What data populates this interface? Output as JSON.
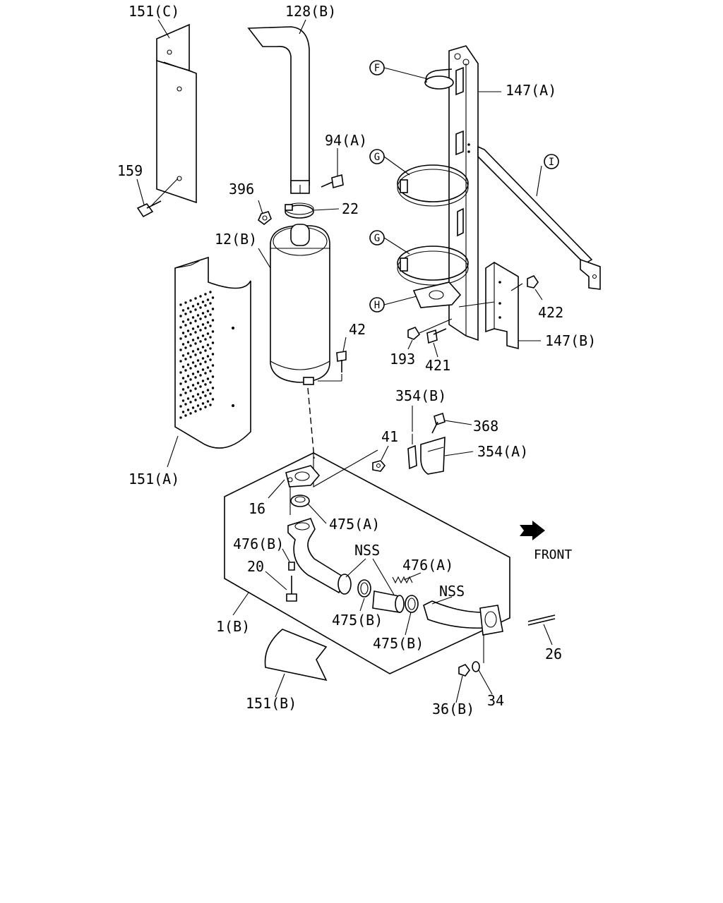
{
  "labels": {
    "l151c": "151(C)",
    "l128b": "128(B)",
    "l147a": "147(A)",
    "l94a": "94(A)",
    "l159": "159",
    "l396": "396",
    "l22": "22",
    "l12b": "12(B)",
    "l422": "422",
    "l42": "42",
    "l147b": "147(B)",
    "l193": "193",
    "l421": "421",
    "l354b": "354(B)",
    "l368": "368",
    "l41": "41",
    "l354a": "354(A)",
    "l151a": "151(A)",
    "l16": "16",
    "l475a": "475(A)",
    "l476b": "476(B)",
    "lnss1": "NSS",
    "l476a": "476(A)",
    "l20": "20",
    "lnss2": "NSS",
    "l475b1": "475(B)",
    "l475b2": "475(B)",
    "l1b": "1(B)",
    "l26": "26",
    "l36b": "36(B)",
    "l34": "34",
    "l151b": "151(B)",
    "front": "FRONT"
  },
  "callouts": {
    "F": "F",
    "G1": "G",
    "G2": "G",
    "H": "H",
    "I": "I"
  },
  "icons": {
    "front_arrow": "front-arrow-icon"
  }
}
